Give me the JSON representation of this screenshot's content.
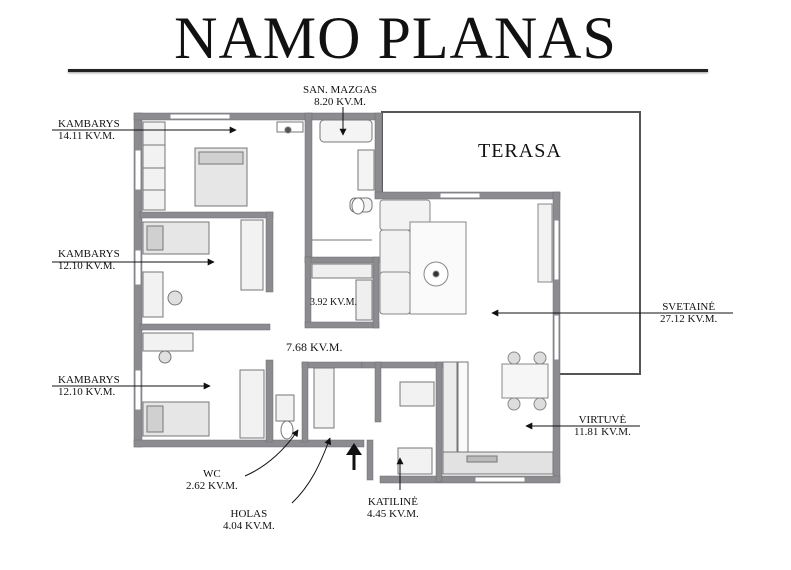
{
  "title": "NAMO PLANAS",
  "rooms": {
    "san_mazgas": {
      "name": "SAN. MAZGAS",
      "area": "8.20 KV.M."
    },
    "kambarys_1": {
      "name": "KAMBARYS",
      "area": "14.11 KV.M."
    },
    "kambarys_2": {
      "name": "KAMBARYS",
      "area": "12.10 KV.M."
    },
    "kambarys_3": {
      "name": "KAMBARYS",
      "area": "12.10 KV.M."
    },
    "terasa": {
      "name": "TERASA"
    },
    "svetaine": {
      "name": "SVETAINĖ",
      "area": "27.12 KV.M."
    },
    "virtuve": {
      "name": "VIRTUVĖ",
      "area": "11.81 KV.M."
    },
    "small_room": {
      "area": "3.92 KV.M."
    },
    "hall": {
      "area": "7.68 KV.M."
    },
    "wc": {
      "name": "WC",
      "area": "2.62 KV.M."
    },
    "holas": {
      "name": "HOLAS",
      "area": "4.04 KV.M."
    },
    "katiline": {
      "name": "KATILINĖ",
      "area": "4.45 KV.M."
    }
  },
  "colors": {
    "wall": "#8c8c90",
    "wall_dark": "#6f6f73",
    "ink": "#111111",
    "floor": "#ffffff"
  }
}
